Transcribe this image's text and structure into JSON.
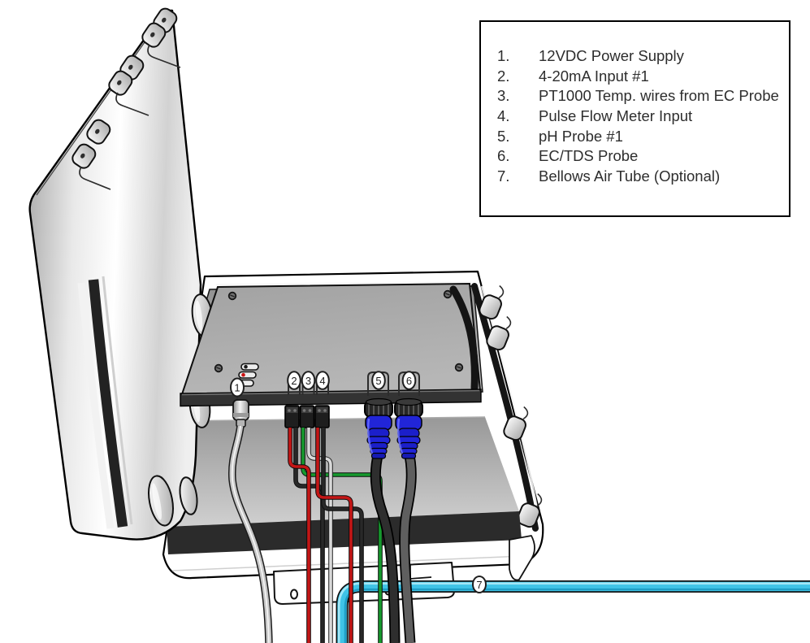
{
  "legend": {
    "items": [
      {
        "num": "1.",
        "label": "12VDC Power Supply"
      },
      {
        "num": "2.",
        "label": "4-20mA Input #1"
      },
      {
        "num": "3.",
        "label": "PT1000 Temp. wires from EC Probe"
      },
      {
        "num": "4.",
        "label": "Pulse Flow Meter Input"
      },
      {
        "num": "5.",
        "label": "pH Probe #1"
      },
      {
        "num": "6.",
        "label": "EC/TDS Probe"
      },
      {
        "num": "7.",
        "label": "Bellows Air Tube (Optional)"
      }
    ]
  },
  "callouts": [
    "1",
    "2",
    "3",
    "4",
    "5",
    "6",
    "7"
  ],
  "colors": {
    "tube_cyan": "#3fc3e6",
    "wire_red": "#c41616",
    "wire_green": "#169a2e",
    "wire_white": "#d9d9d9",
    "wire_black": "#282828",
    "connector_blue": "#2125d8",
    "cable_gray": "#5f5f5f",
    "power_cable_silver": "#c6c6c6",
    "led_red": "#cc1111",
    "led_green": "#16a21f"
  }
}
